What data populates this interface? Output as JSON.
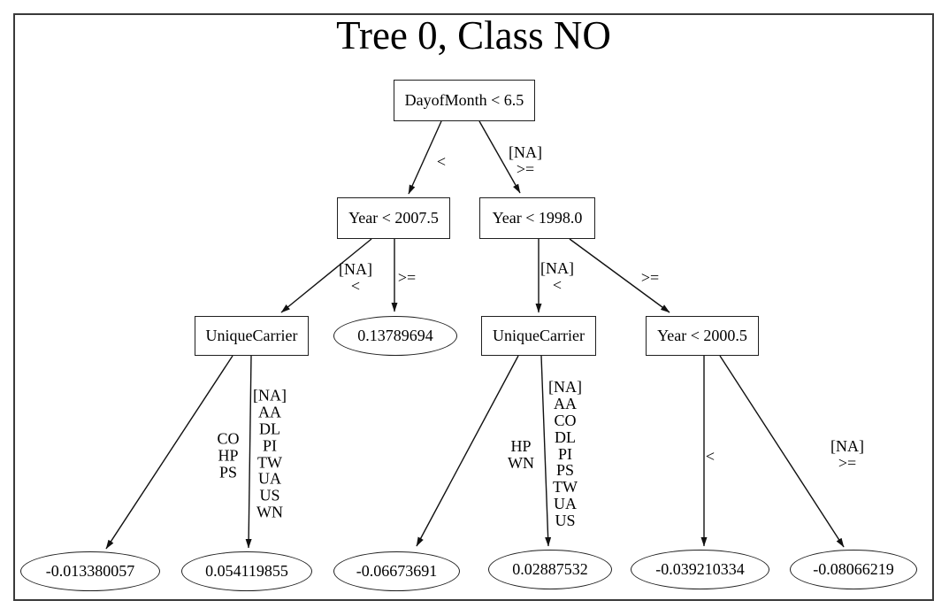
{
  "title": "Tree 0, Class NO",
  "tree": {
    "nodes": {
      "root": "DayofMonth < 6.5",
      "year_left": "Year < 2007.5",
      "year_right": "Year < 1998.0",
      "carrier_left": "UniqueCarrier",
      "carrier_right": "UniqueCarrier",
      "year_2000": "Year < 2000.5"
    },
    "leaves": {
      "co_hp_ps": "-0.013380057",
      "na_aa_dl": "0.054119855",
      "year_ge_2007": "0.13789694",
      "hp_wn": "-0.06673691",
      "na_aa_co": "0.02887532",
      "year_lt_2000": "-0.039210334",
      "year_ge_2000": "-0.08066219"
    },
    "edge_labels": {
      "root_left": "<",
      "root_right": "[NA]\n>=",
      "yearleft_left": "[NA]\n<",
      "yearleft_right": ">=",
      "yearright_left": "[NA]\n<",
      "yearright_right": ">=",
      "carrierleft_left": "CO\nHP\nPS",
      "carrierleft_right": "[NA]\nAA\nDL\nPI\nTW\nUA\nUS\nWN",
      "carrierright_left": "HP\nWN",
      "carrierright_right": "[NA]\nAA\nCO\nDL\nPI\nPS\nTW\nUA\nUS",
      "year2000_left": "<",
      "year2000_right": "[NA]\n>="
    }
  }
}
